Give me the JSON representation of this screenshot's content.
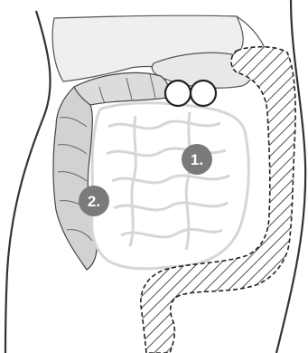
{
  "labels": [
    {
      "id": "marker-1",
      "text": "1."
    },
    {
      "id": "marker-2",
      "text": "2."
    }
  ],
  "colors": {
    "outline": "#333333",
    "organ_fill": "#efefef",
    "intestine_fill": "#ffffff",
    "intestine_stroke": "#d6d6d6",
    "marker_fill": "#7a7a7a",
    "marker_text": "#ffffff",
    "hatch": "#222222"
  }
}
